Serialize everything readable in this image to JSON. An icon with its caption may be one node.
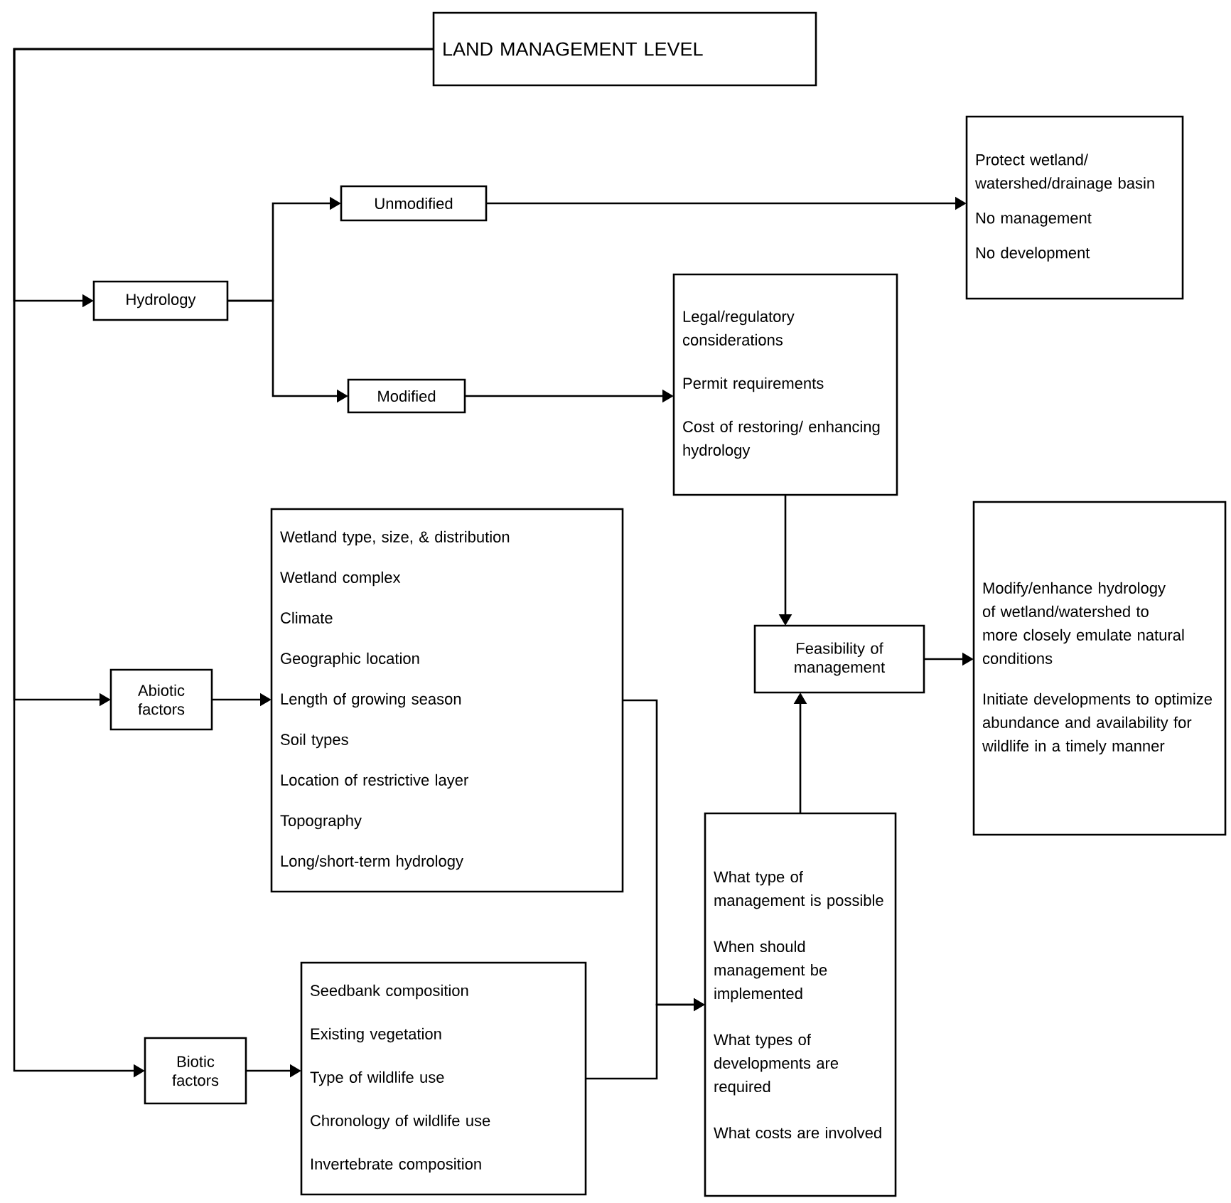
{
  "diagram": {
    "nodes": [
      {
        "text": [
          "LAND MANAGEMENT LEVEL"
        ]
      },
      {
        "text": [
          "Hydrology"
        ]
      },
      {
        "text": [
          "Unmodified"
        ]
      },
      {
        "text": [
          "Modified"
        ]
      },
      {
        "text": [
          "Protect wetland/ watershed/drainage basin",
          "No management",
          "No development"
        ]
      },
      {
        "text": [
          "Legal/regulatory considerations",
          "Permit requirements",
          "Cost of restoring/ enhancing hydrology"
        ]
      },
      {
        "text": [
          "Abiotic factors"
        ]
      },
      {
        "text": [
          "Wetland type, size, & distribution",
          "Wetland complex",
          "Climate",
          "Geographic location",
          "Length of growing season",
          "Soil types",
          "Location of restrictive layer",
          "Topography",
          "Long/short-term hydrology"
        ]
      },
      {
        "text": [
          "Biotic factors"
        ]
      },
      {
        "text": [
          "Seedbank composition",
          "Existing vegetation",
          "Type of wildlife use",
          "Chronology of wildlife use",
          "Invertebrate composition"
        ]
      },
      {
        "text": [
          "Feasibility of management"
        ]
      },
      {
        "text": [
          "Modify/enhance hydrology of wetland/watershed to more closely emulate natural conditions",
          "Initiate developments to optimize abundance and availability for wildlife in a timely manner"
        ]
      },
      {
        "text": [
          "What type of management is possible",
          "When should management be implemented",
          "What types of developments are required",
          "What costs are involved"
        ]
      }
    ],
    "edges": [
      {
        "from": 0,
        "to": 1,
        "arrow": "to"
      },
      {
        "from": 0,
        "to": 6,
        "arrow": "to"
      },
      {
        "from": 0,
        "to": 8,
        "arrow": "to"
      },
      {
        "from": 1,
        "to": 2,
        "arrow": "to"
      },
      {
        "from": 1,
        "to": 3,
        "arrow": "to"
      },
      {
        "from": 2,
        "to": 4,
        "arrow": "to"
      },
      {
        "from": 3,
        "to": 5,
        "arrow": "to"
      },
      {
        "from": 6,
        "to": 7,
        "arrow": "to"
      },
      {
        "from": 8,
        "to": 9,
        "arrow": "to"
      },
      {
        "from": 7,
        "to": 12,
        "arrow": "to"
      },
      {
        "from": 9,
        "to": 12,
        "arrow": "to"
      },
      {
        "from": 5,
        "to": 10,
        "arrow": "to"
      },
      {
        "from": 12,
        "to": 10,
        "arrow": "to"
      },
      {
        "from": 10,
        "to": 11,
        "arrow": "to"
      }
    ]
  }
}
